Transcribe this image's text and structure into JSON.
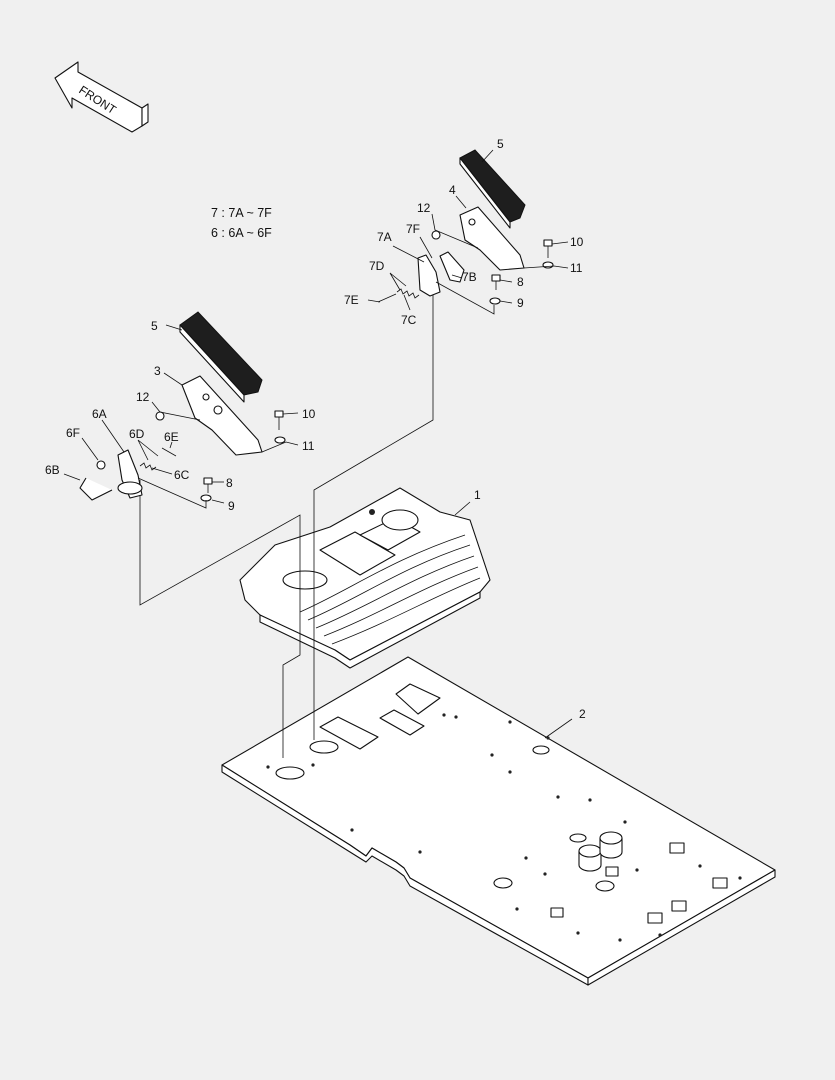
{
  "front_arrow": {
    "label": "FRONT"
  },
  "notes": [
    "7 : 7A ~ 7F",
    "6 : 6A ~ 6F"
  ],
  "callouts": [
    {
      "id": "c-5-right",
      "text": "5"
    },
    {
      "id": "c-4",
      "text": "4"
    },
    {
      "id": "c-12-right",
      "text": "12"
    },
    {
      "id": "c-7f",
      "text": "7F"
    },
    {
      "id": "c-7a",
      "text": "7A"
    },
    {
      "id": "c-7d",
      "text": "7D"
    },
    {
      "id": "c-7b",
      "text": "7B"
    },
    {
      "id": "c-7e",
      "text": "7E"
    },
    {
      "id": "c-7c",
      "text": "7C"
    },
    {
      "id": "c-10-right",
      "text": "10"
    },
    {
      "id": "c-11-right",
      "text": "11"
    },
    {
      "id": "c-8-right",
      "text": "8"
    },
    {
      "id": "c-9-right",
      "text": "9"
    },
    {
      "id": "c-5-left",
      "text": "5"
    },
    {
      "id": "c-3",
      "text": "3"
    },
    {
      "id": "c-12-left",
      "text": "12"
    },
    {
      "id": "c-6a",
      "text": "6A"
    },
    {
      "id": "c-6d",
      "text": "6D"
    },
    {
      "id": "c-6e",
      "text": "6E"
    },
    {
      "id": "c-6f",
      "text": "6F"
    },
    {
      "id": "c-6b",
      "text": "6B"
    },
    {
      "id": "c-6c",
      "text": "6C"
    },
    {
      "id": "c-10-left",
      "text": "10"
    },
    {
      "id": "c-11-left",
      "text": "11"
    },
    {
      "id": "c-8-left",
      "text": "8"
    },
    {
      "id": "c-9-left",
      "text": "9"
    },
    {
      "id": "c-1",
      "text": "1"
    },
    {
      "id": "c-2",
      "text": "2"
    }
  ]
}
